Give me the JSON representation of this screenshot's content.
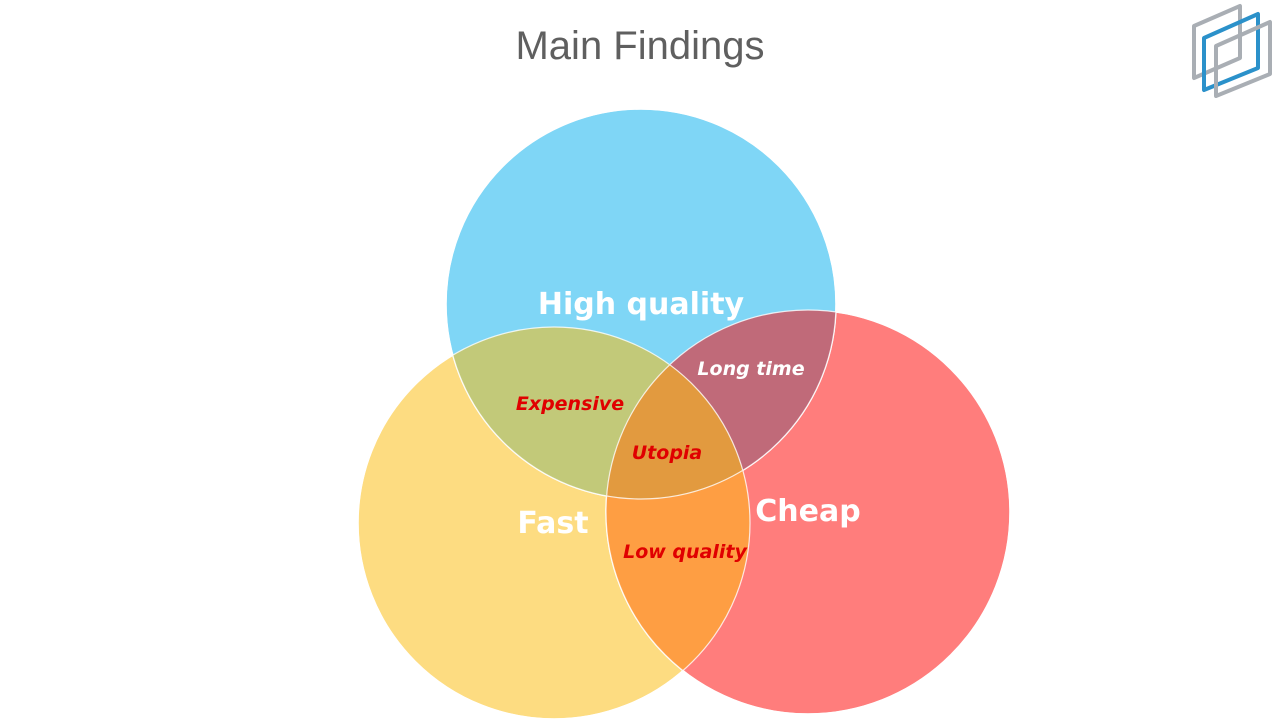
{
  "title": "Main Findings",
  "logo": {
    "icon": "stacked-frames-logo",
    "colors": [
      "#a8adb3",
      "#2a8fc8"
    ]
  },
  "circles": [
    {
      "name": "High quality",
      "color": "#7fd6f6"
    },
    {
      "name": "Fast",
      "color": "#fddc81"
    },
    {
      "name": "Cheap",
      "color": "#ff7d7c"
    }
  ],
  "overlaps": {
    "high_fast": {
      "label": "Expensive",
      "color": "#c2c979",
      "text_color": "#e00000"
    },
    "high_cheap": {
      "label": "Long time",
      "color": "#c06a79",
      "text_color": "#ffffff"
    },
    "fast_cheap": {
      "label": "Low quality",
      "color": "#fe9e43",
      "text_color": "#e00000"
    },
    "center": {
      "label": "Utopia",
      "color": "#e29a3f",
      "text_color": "#e00000"
    }
  }
}
